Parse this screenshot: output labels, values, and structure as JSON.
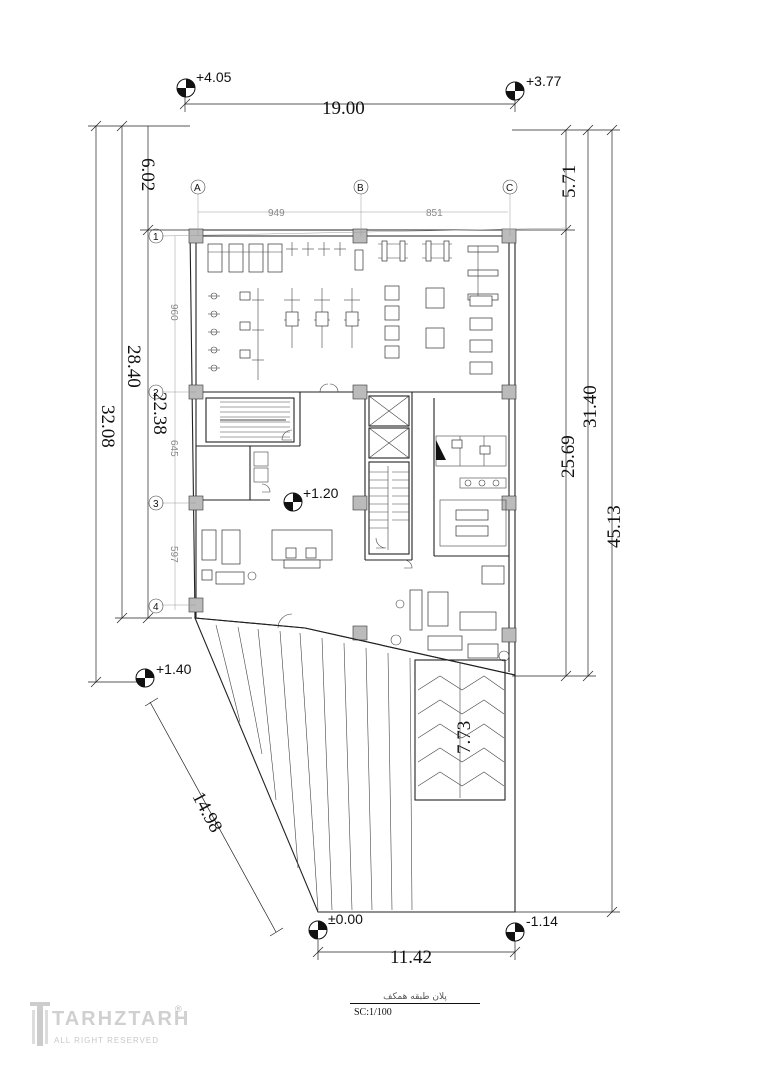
{
  "levels": {
    "top_left": "+4.05",
    "top_right": "+3.77",
    "center": "+1.20",
    "left_mid": "+1.40",
    "bottom_left": "±0.00",
    "bottom_right": "-1.14"
  },
  "dimensions": {
    "top_width": "19.00",
    "bottom_width": "11.42",
    "left_outer": "32.08",
    "left_second": "28.40",
    "left_third": "22.38",
    "left_top": "6.02",
    "right_top": "5.71",
    "right_inner": "25.69",
    "right_second": "31.40",
    "right_outer": "45.13",
    "diagonal": "14.98",
    "ramp": "7.73"
  },
  "sub_dimensions": {
    "ab": "949",
    "bc": "851",
    "row1": "960",
    "row2": "645",
    "row3": "597"
  },
  "grid_axes": {
    "columns": [
      "A",
      "B",
      "C"
    ],
    "rows": [
      "1",
      "2",
      "3",
      "4"
    ]
  },
  "title_block": {
    "title": "پلان طبقه همکف",
    "scale": "SC:1/100"
  },
  "logo": {
    "name": "TARHZTARH",
    "registered": "®",
    "tagline": "ALL RIGHT RESERVED"
  }
}
